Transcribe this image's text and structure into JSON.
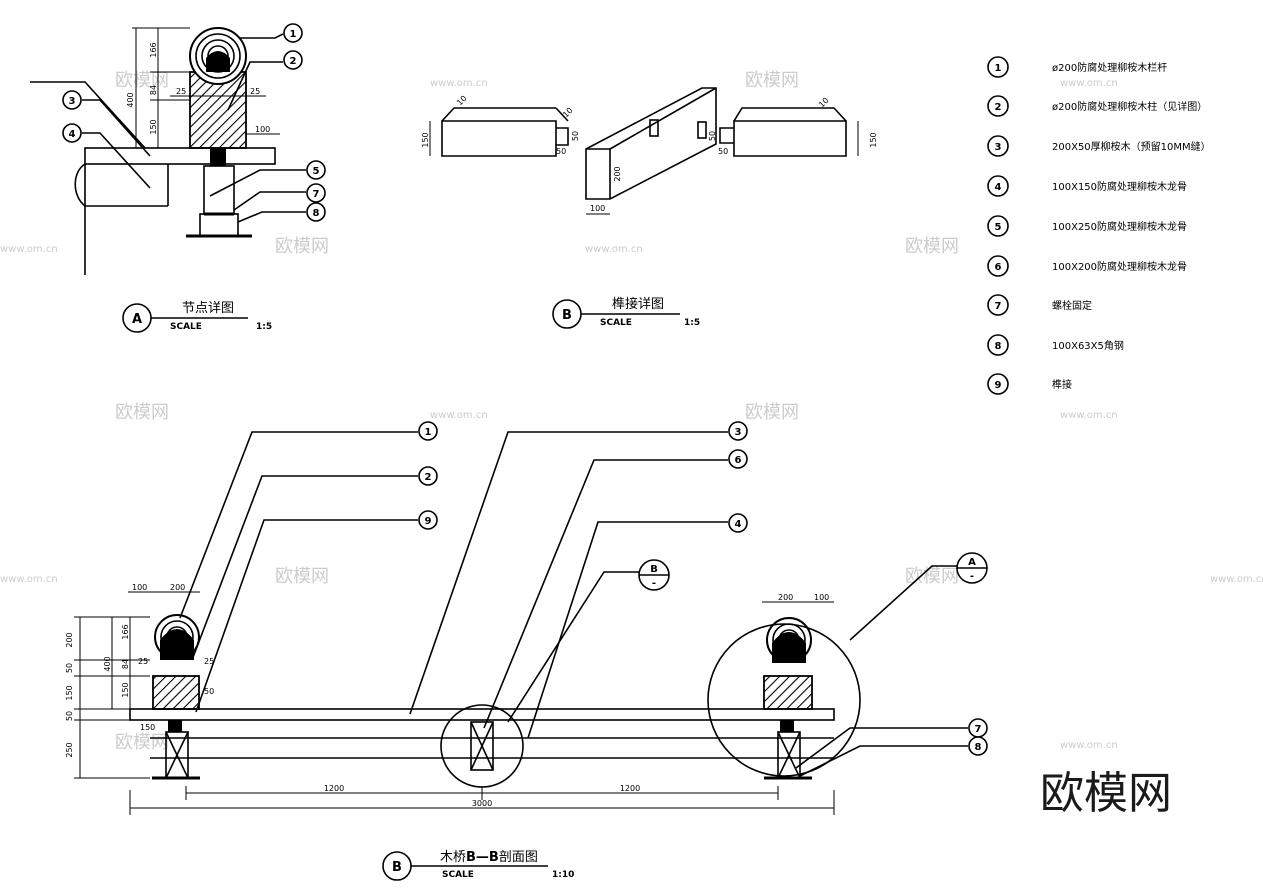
{
  "legend": [
    {
      "num": "1",
      "text": "ø200防腐处理柳桉木栏杆"
    },
    {
      "num": "2",
      "text": "ø200防腐处理柳桉木柱（见详图）"
    },
    {
      "num": "3",
      "text": "200X50厚柳桉木（预留10MM缝）"
    },
    {
      "num": "4",
      "text": "100X150防腐处理柳桉木龙骨"
    },
    {
      "num": "5",
      "text": "100X250防腐处理柳桉木龙骨"
    },
    {
      "num": "6",
      "text": "100X200防腐处理柳桉木龙骨"
    },
    {
      "num": "7",
      "text": "螺栓固定"
    },
    {
      "num": "8",
      "text": "100X63X5角钢"
    },
    {
      "num": "9",
      "text": "榫接"
    }
  ],
  "detail_a": {
    "marker": "A",
    "title": "节点详图",
    "scale_label": "SCALE",
    "scale_value": "1:5",
    "callouts": [
      "1",
      "2",
      "3",
      "4",
      "5",
      "7",
      "8"
    ],
    "dims": {
      "total": "400",
      "top": "166",
      "mid": "84",
      "low": "150",
      "left25": "25",
      "right25": "25",
      "width100": "100"
    }
  },
  "detail_b": {
    "marker": "B",
    "title": "榫接详图",
    "scale_label": "SCALE",
    "scale_value": "1:5",
    "dims": {
      "h150_left": "150",
      "h150_right": "150",
      "w50_a": "50",
      "w50_b": "50",
      "w50_c": "50",
      "w50_d": "50",
      "h200": "200",
      "w100": "100",
      "t10_a": "10",
      "t10_b": "10",
      "t10_c": "10"
    }
  },
  "section": {
    "marker": "B",
    "title_prefix": "木桥",
    "title_bold": "B—B",
    "title_suffix": "剖面图",
    "scale_label": "SCALE",
    "scale_value": "1:10",
    "callouts_left": [
      "1",
      "2",
      "9"
    ],
    "callouts_right": [
      "3",
      "6",
      "4"
    ],
    "callouts_low": [
      "7",
      "8"
    ],
    "ref_b": {
      "letter": "B",
      "sub": "-"
    },
    "ref_a": {
      "letter": "A",
      "sub": "-"
    },
    "dims": {
      "top100": "100",
      "top200": "200",
      "right200": "200",
      "right100": "100",
      "h200": "200",
      "h50": "50",
      "h150": "150",
      "h50b": "50",
      "h250": "250",
      "h400": "400",
      "h166": "166",
      "h84": "84",
      "h150b": "150",
      "d25": "25",
      "d25b": "25",
      "d50": "50",
      "d150": "150",
      "span1": "1200",
      "span2": "1200",
      "total": "3000"
    }
  },
  "watermarks": {
    "brand": "欧模网",
    "url": "www.om.cn"
  }
}
